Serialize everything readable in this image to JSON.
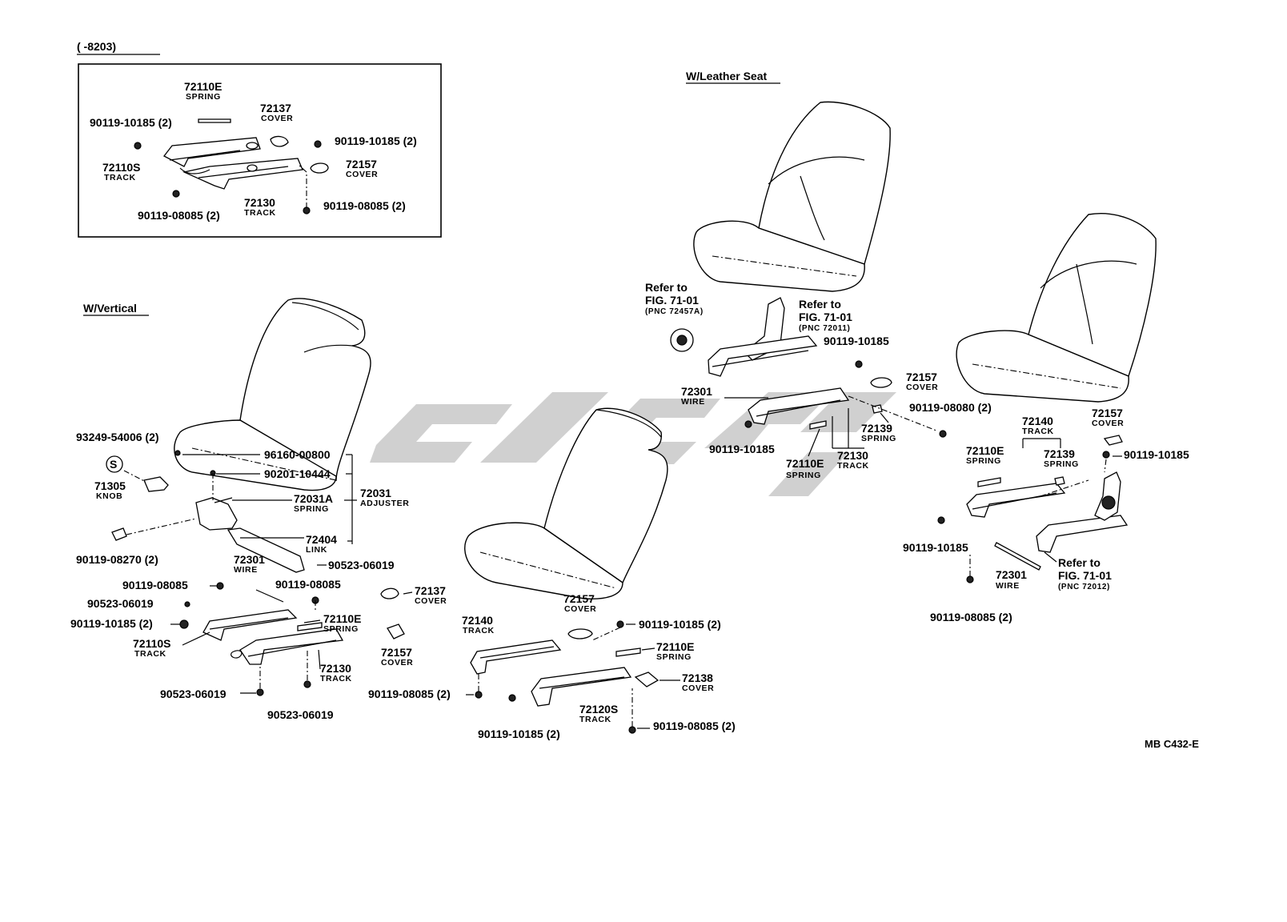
{
  "diagram_code": "MB C432-E",
  "watermark_color": "#c8c8c8",
  "inset": {
    "title": "(      -8203)",
    "labels": [
      {
        "pn": "72110E",
        "name": "SPRING"
      },
      {
        "pn": "72137",
        "name": "COVER"
      },
      {
        "pn": "90119-10185 (2)",
        "name": ""
      },
      {
        "pn": "90119-10185 (2)",
        "name": ""
      },
      {
        "pn": "72157",
        "name": "COVER"
      },
      {
        "pn": "72110S",
        "name": "TRACK"
      },
      {
        "pn": "72130",
        "name": "TRACK"
      },
      {
        "pn": "90119-08085 (2)",
        "name": ""
      },
      {
        "pn": "90119-08085 (2)",
        "name": ""
      }
    ]
  },
  "vertical": {
    "title": "W/Vertical",
    "labels": [
      {
        "pn": "93249-54006 (2)",
        "name": ""
      },
      {
        "pn": "S",
        "name": ""
      },
      {
        "pn": "71305",
        "name": "KNOB"
      },
      {
        "pn": "96160-00800",
        "name": ""
      },
      {
        "pn": "90201-10444",
        "name": ""
      },
      {
        "pn": "72031A",
        "name": "SPRING"
      },
      {
        "pn": "72031",
        "name": "ADJUSTER"
      },
      {
        "pn": "72404",
        "name": "LINK"
      },
      {
        "pn": "90119-08270 (2)",
        "name": ""
      },
      {
        "pn": "72301",
        "name": "WIRE"
      },
      {
        "pn": "90523-06019",
        "name": ""
      },
      {
        "pn": "90119-08085",
        "name": ""
      },
      {
        "pn": "90119-08085",
        "name": ""
      },
      {
        "pn": "90523-06019",
        "name": ""
      },
      {
        "pn": "72137",
        "name": "COVER"
      },
      {
        "pn": "90119-10185 (2)",
        "name": ""
      },
      {
        "pn": "72110E",
        "name": "SPRING"
      },
      {
        "pn": "72110S",
        "name": "TRACK"
      },
      {
        "pn": "72157",
        "name": "COVER"
      },
      {
        "pn": "72130",
        "name": "TRACK"
      },
      {
        "pn": "90523-06019",
        "name": ""
      },
      {
        "pn": "90523-06019",
        "name": ""
      }
    ]
  },
  "center": {
    "labels": [
      {
        "pn": "72157",
        "name": "COVER"
      },
      {
        "pn": "90119-10185 (2)",
        "name": ""
      },
      {
        "pn": "72140",
        "name": "TRACK"
      },
      {
        "pn": "72110E",
        "name": "SPRING"
      },
      {
        "pn": "72138",
        "name": "COVER"
      },
      {
        "pn": "90119-08085 (2)",
        "name": ""
      },
      {
        "pn": "72120S",
        "name": "TRACK"
      },
      {
        "pn": "90119-10185 (2)",
        "name": ""
      },
      {
        "pn": "90119-08085 (2)",
        "name": ""
      }
    ]
  },
  "leather": {
    "title": "W/Leather Seat",
    "refer1": {
      "line1": "Refer to",
      "line2": "FIG. 71-01",
      "pnc": "(PNC 72457A)"
    },
    "refer2": {
      "line1": "Refer to",
      "line2": "FIG. 71-01",
      "pnc": "(PNC 72011)"
    },
    "labels": [
      {
        "pn": "90119-10185",
        "name": ""
      },
      {
        "pn": "72157",
        "name": "COVER"
      },
      {
        "pn": "72301",
        "name": "WIRE"
      },
      {
        "pn": "90119-08080 (2)",
        "name": ""
      },
      {
        "pn": "72139",
        "name": "SPRING"
      },
      {
        "pn": "90119-10185",
        "name": ""
      },
      {
        "pn": "72110E",
        "name": "SPRING"
      },
      {
        "pn": "72130",
        "name": "TRACK"
      }
    ]
  },
  "right": {
    "refer": {
      "line1": "Refer to",
      "line2": "FIG. 71-01",
      "pnc": "(PNC 72012)"
    },
    "labels": [
      {
        "pn": "72140",
        "name": "TRACK"
      },
      {
        "pn": "72157",
        "name": "COVER"
      },
      {
        "pn": "72110E",
        "name": "SPRING"
      },
      {
        "pn": "72139",
        "name": "SPRING"
      },
      {
        "pn": "90119-10185",
        "name": ""
      },
      {
        "pn": "90119-10185",
        "name": ""
      },
      {
        "pn": "72301",
        "name": "WIRE"
      },
      {
        "pn": "90119-08085 (2)",
        "name": ""
      }
    ]
  }
}
